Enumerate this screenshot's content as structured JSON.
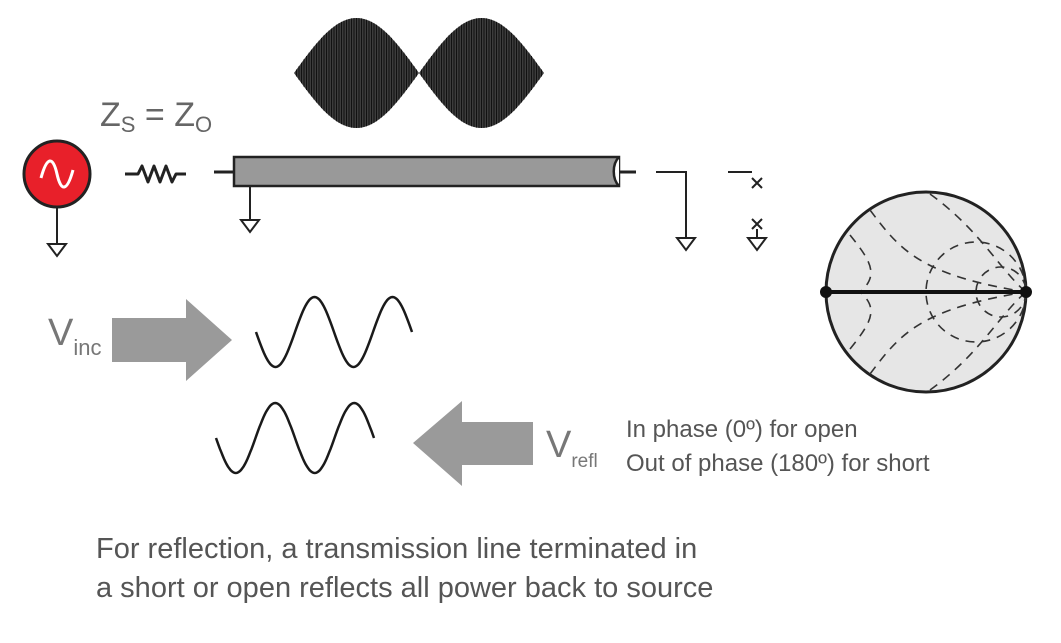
{
  "source_impedance": {
    "z_s": "Z",
    "s_sub": "S",
    "eq": " = ",
    "z_o": "Z",
    "o_sub": "O"
  },
  "incident": {
    "v": "V",
    "sub": "inc"
  },
  "reflected": {
    "v": "V",
    "sub": "refl"
  },
  "phase_notes": [
    "In phase (0º) for open",
    "Out of phase (180º) for short"
  ],
  "caption_lines": [
    "For reflection, a transmission line terminated in",
    "a short or open reflects all power back to source"
  ],
  "icons": {
    "source": "ac-voltage-source-icon",
    "resistor": "resistor-icon",
    "ground": "ground-icon",
    "smith_chart": "smith-chart-icon"
  },
  "colors": {
    "source_red": "#e8202a",
    "line_gray": "#999999",
    "arrow_gray": "#9a9a9a",
    "smith_fill": "#e6e6e6",
    "ink": "#1a1a1a"
  }
}
